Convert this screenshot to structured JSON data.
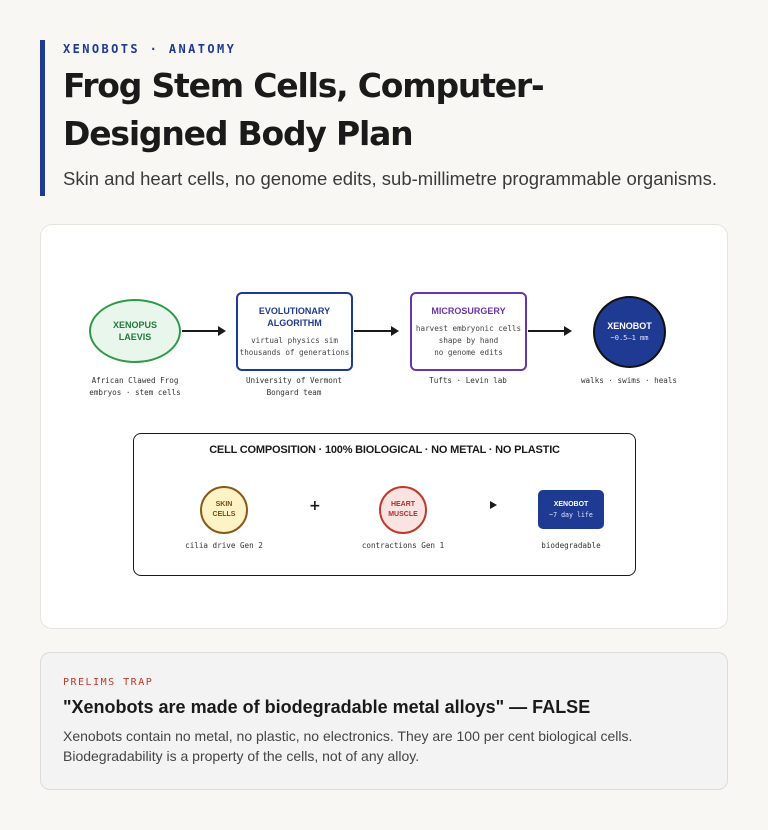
{
  "header": {
    "kicker": "XENOBOTS · ANATOMY",
    "title": "Frog Stem Cells, Computer-Designed Body Plan",
    "subtitle": "Skin and heart cells, no genome edits, sub-millimetre programmable organisms."
  },
  "pipeline": {
    "source": {
      "title_line1": "XENOPUS",
      "title_line2": "LAEVIS",
      "caption_line1": "African Clawed Frog",
      "caption_line2": "embryos · stem cells"
    },
    "design": {
      "title_line1": "EVOLUTIONARY",
      "title_line2": "ALGORITHM",
      "sub_line1": "virtual physics sim",
      "sub_line2": "thousands of generations",
      "caption_line1": "University of Vermont",
      "caption_line2": "Bongard team"
    },
    "build": {
      "title": "MICROSURGERY",
      "sub_line1": "harvest embryonic cells",
      "sub_line2": "shape by hand",
      "sub_line3": "no genome edits",
      "caption": "Tufts · Levin lab"
    },
    "result": {
      "title": "XENOBOT",
      "sub": "~0.5–1 mm",
      "caption": "walks · swims · heals"
    }
  },
  "composition": {
    "title": "CELL COMPOSITION · 100% BIOLOGICAL · NO METAL · NO PLASTIC",
    "skin": {
      "label_line1": "SKIN",
      "label_line2": "CELLS",
      "caption": "cilia drive Gen 2"
    },
    "plus": "+",
    "heart": {
      "label_line1": "HEART",
      "label_line2": "MUSCLE",
      "caption": "contractions Gen 1"
    },
    "result": {
      "label": "XENOBOT",
      "sub": "~7 day life",
      "caption": "biodegradable"
    }
  },
  "trap": {
    "kicker": "PRELIMS TRAP",
    "title": "\"Xenobots are made of biodegradable metal alloys\" — FALSE",
    "body": "Xenobots contain no metal, no plastic, no electronics. They are 100 per cent biological cells. Biodegradability is a property of the cells, not of any alloy."
  },
  "colors": {
    "accent": "#1f3a93",
    "frog": "#2e9a4a",
    "microsurgery": "#6a35a8",
    "skin": "#fdf3c4",
    "heart": "#c0392b",
    "trap_kicker": "#c0392b"
  }
}
